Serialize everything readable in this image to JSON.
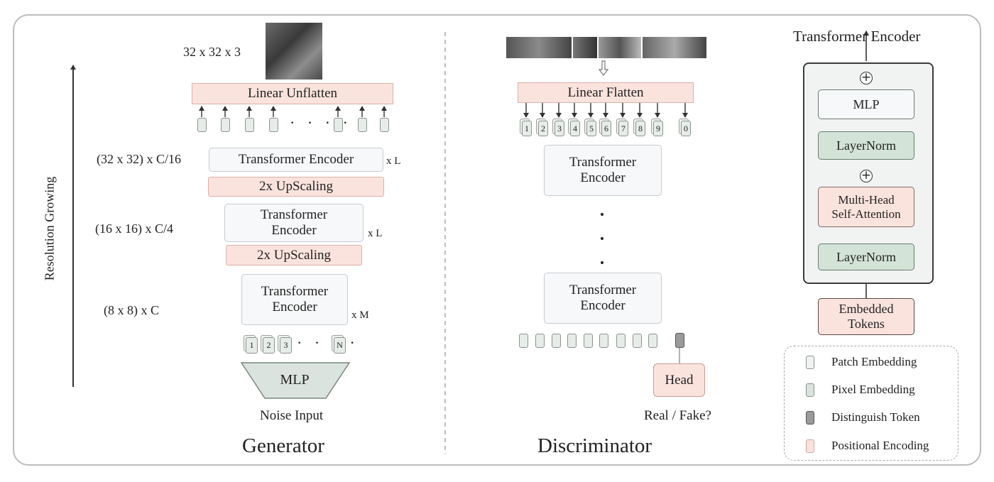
{
  "generator": {
    "title": "Generator",
    "output_shape": "32 x 32 x 3",
    "unflatten_label": "Linear Unflatten",
    "token_dots": "· · · ·",
    "stage1": {
      "shape": "(32 x 32) x C/16",
      "encoder": "Transformer Encoder",
      "repeat": "x L",
      "upscale": "2x UpScaling"
    },
    "stage2": {
      "shape": "(16 x 16) x C/4",
      "encoder_line1": "Transformer",
      "encoder_line2": "Encoder",
      "repeat": "x L",
      "upscale": "2x UpScaling"
    },
    "stage3": {
      "shape": "(8 x 8) x C",
      "encoder_line1": "Transformer",
      "encoder_line2": "Encoder",
      "repeat": "x M"
    },
    "input_tokens": [
      "1",
      "2",
      "3",
      "N"
    ],
    "input_dots": "· · · ·",
    "mlp_label": "MLP",
    "noise_label": "Noise Input",
    "axis_label": "Resolution Growing"
  },
  "discriminator": {
    "title": "Discriminator",
    "flatten_label": "Linear Flatten",
    "patch_tokens": [
      "1",
      "2",
      "3",
      "4",
      "5",
      "6",
      "7",
      "8",
      "9",
      "0"
    ],
    "encoder_top_line1": "Transformer",
    "encoder_top_line2": "Encoder",
    "encoder_bottom_line1": "Transformer",
    "encoder_bottom_line2": "Encoder",
    "head_label": "Head",
    "output_label": "Real / Fake?"
  },
  "encoder_detail": {
    "title": "Transformer Encoder",
    "mlp": "MLP",
    "layernorm_top": "LayerNorm",
    "attention_line1": "Multi-Head",
    "attention_line2": "Self-Attention",
    "layernorm_bottom": "LayerNorm",
    "embedded_line1": "Embedded",
    "embedded_line2": "Tokens",
    "plus_symbol": "+"
  },
  "legend": {
    "items": [
      {
        "label": "Patch Embedding",
        "fill": "#f1f3f2",
        "stroke": "#8c9490"
      },
      {
        "label": "Pixel Embedding",
        "fill": "#d9e4dc",
        "stroke": "#8c9490"
      },
      {
        "label": "Distinguish Token",
        "fill": "#9a9a9a",
        "stroke": "#555555"
      },
      {
        "label": "Positional Encoding",
        "fill": "#fbe3dd",
        "stroke": "#c9a79c"
      }
    ]
  },
  "colors": {
    "positional_pink": "#fbe3dd",
    "norm_green": "#d3e3d7",
    "encoder_gray": "#f7f8f9"
  }
}
